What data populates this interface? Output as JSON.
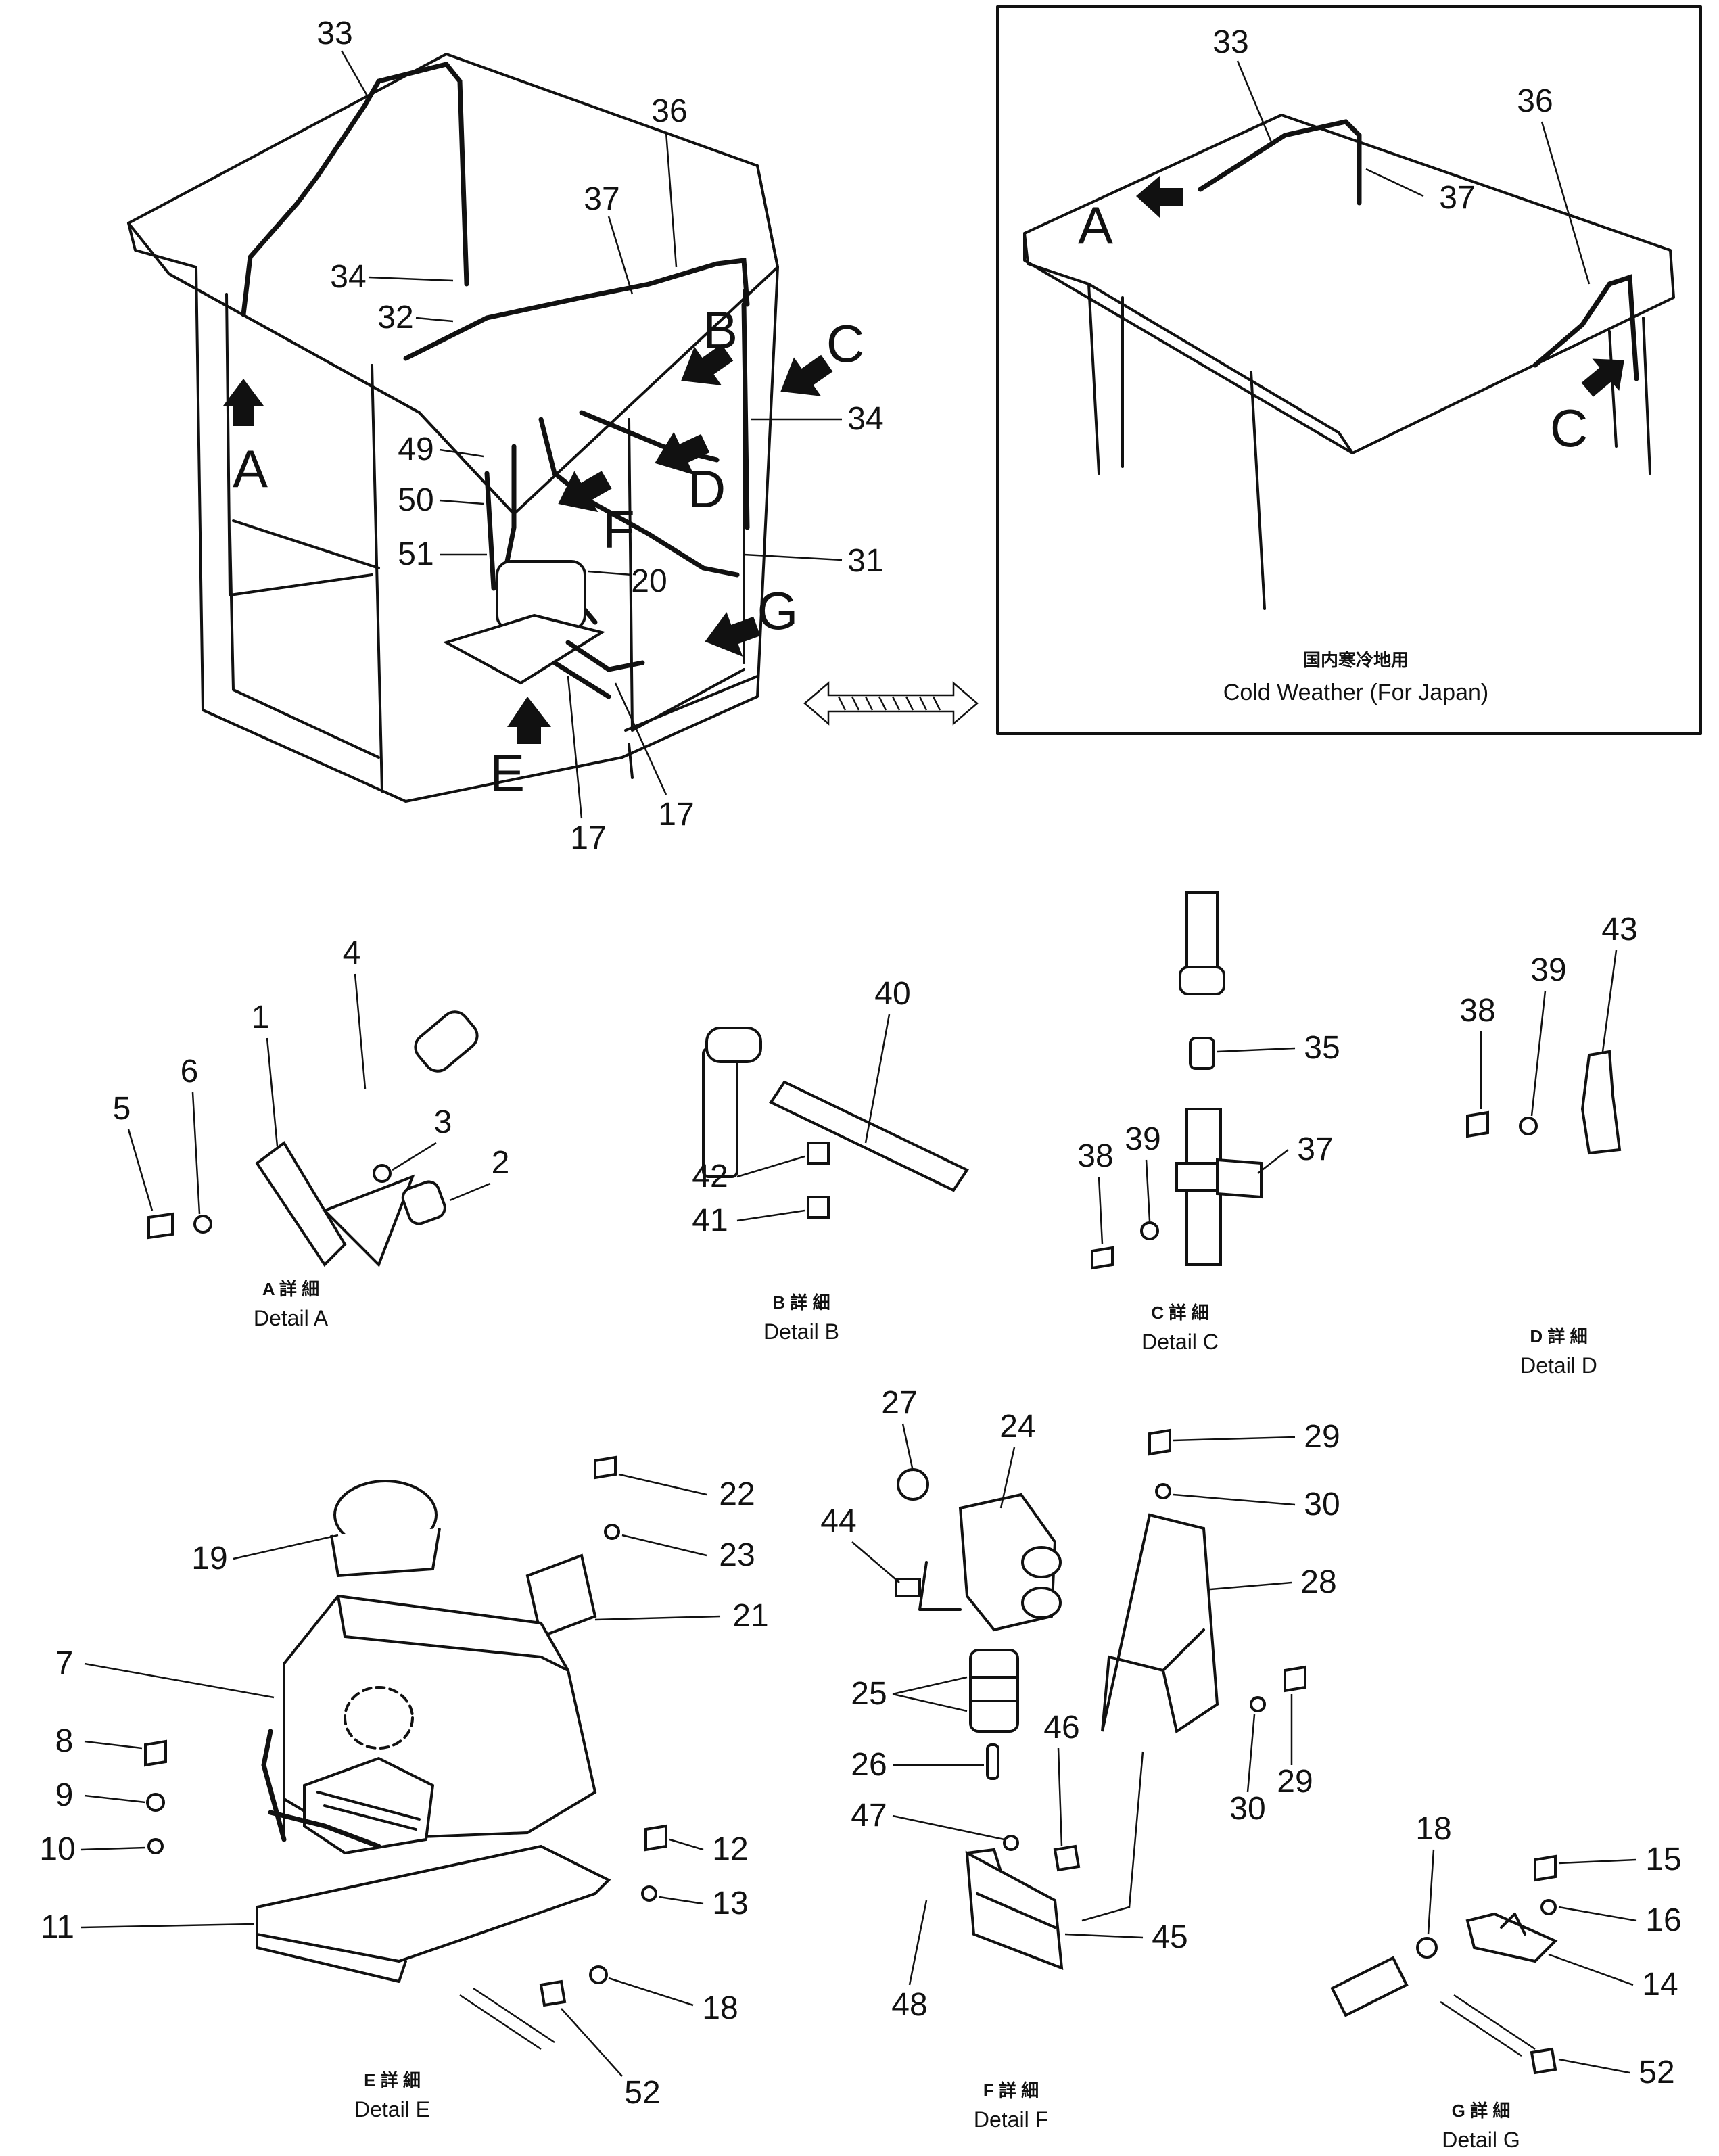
{
  "inset": {
    "caption_jp": "国内寒冷地用",
    "caption_en": "Cold Weather (For Japan)",
    "arrow_A": "A",
    "arrow_C": "C",
    "part_33": "33",
    "part_37": "37",
    "part_36": "36"
  },
  "main_view": {
    "arrows": {
      "A": "A",
      "B": "B",
      "C": "C",
      "D": "D",
      "E": "E",
      "F": "F",
      "G": "G"
    },
    "parts": {
      "p33": "33",
      "p36": "36",
      "p37": "37",
      "p34a": "34",
      "p32": "32",
      "p34b": "34",
      "p49": "49",
      "p50": "50",
      "p51": "51",
      "p20": "20",
      "p31": "31",
      "p17a": "17",
      "p17b": "17"
    }
  },
  "detail_A": {
    "caption_jp": "A 詳 細",
    "caption_en": "Detail A",
    "parts": {
      "p1": "1",
      "p2": "2",
      "p3": "3",
      "p4": "4",
      "p5": "5",
      "p6": "6"
    }
  },
  "detail_B": {
    "caption_jp": "B 詳 細",
    "caption_en": "Detail B",
    "parts": {
      "p40": "40",
      "p41": "41",
      "p42": "42"
    }
  },
  "detail_C": {
    "caption_jp": "C 詳 細",
    "caption_en": "Detail C",
    "parts": {
      "p35": "35",
      "p37": "37",
      "p38": "38",
      "p39": "39"
    }
  },
  "detail_D": {
    "caption_jp": "D 詳 細",
    "caption_en": "Detail D",
    "parts": {
      "p38": "38",
      "p39": "39",
      "p43": "43"
    }
  },
  "detail_E": {
    "caption_jp": "E 詳 細",
    "caption_en": "Detail E",
    "parts": {
      "p7": "7",
      "p8": "8",
      "p9": "9",
      "p10": "10",
      "p11": "11",
      "p12": "12",
      "p13": "13",
      "p18": "18",
      "p19": "19",
      "p21": "21",
      "p22": "22",
      "p23": "23",
      "p52": "52"
    }
  },
  "detail_F": {
    "caption_jp": "F 詳 細",
    "caption_en": "Detail F",
    "parts": {
      "p24": "24",
      "p25": "25",
      "p26": "26",
      "p27": "27",
      "p28": "28",
      "p29a": "29",
      "p29b": "29",
      "p30a": "30",
      "p30b": "30",
      "p44": "44",
      "p45": "45",
      "p46": "46",
      "p47": "47",
      "p48": "48"
    }
  },
  "detail_G": {
    "caption_jp": "G 詳 細",
    "caption_en": "Detail G",
    "parts": {
      "p14": "14",
      "p15": "15",
      "p16": "16",
      "p18": "18",
      "p52": "52"
    }
  }
}
